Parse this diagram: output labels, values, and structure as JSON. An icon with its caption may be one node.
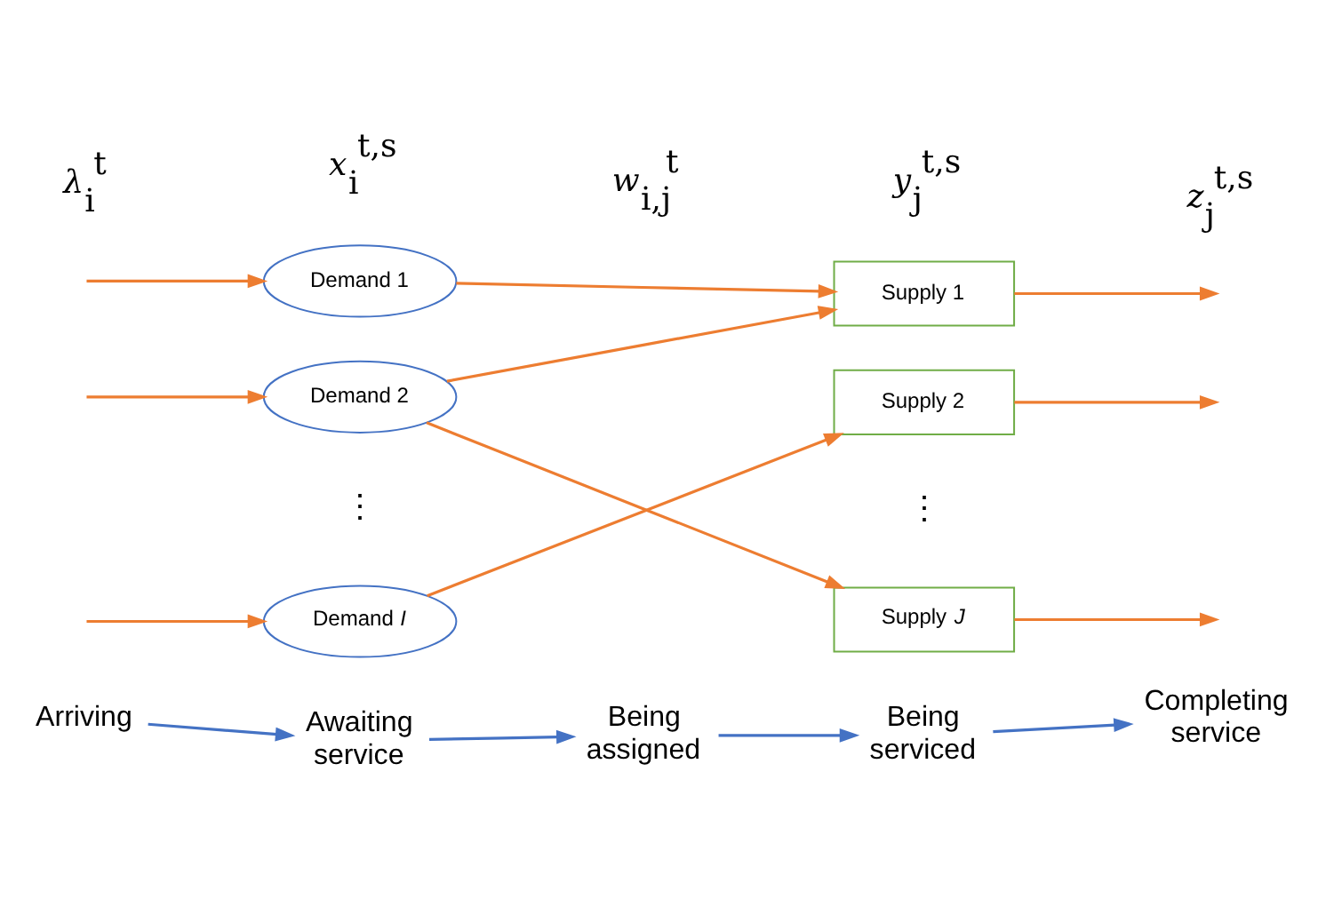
{
  "diagram": {
    "nodes": [
      {
        "text": [
          "Demand 1"
        ]
      },
      {
        "text": [
          "Demand 2"
        ]
      },
      {
        "text": [
          "Demand *I*"
        ]
      },
      {
        "text": [
          "Supply 1"
        ]
      },
      {
        "text": [
          "Supply 2"
        ]
      },
      {
        "text": [
          "Supply *J*"
        ]
      },
      {
        "text": [
          "Arriving"
        ]
      },
      {
        "text": [
          "Awaiting service"
        ]
      },
      {
        "text": [
          "Being assigned"
        ]
      },
      {
        "text": [
          "Being serviced"
        ]
      },
      {
        "text": [
          "Completing service"
        ]
      }
    ],
    "edges": [
      {
        "from": null,
        "to": 0,
        "arrow": "to"
      },
      {
        "from": null,
        "to": 1,
        "arrow": "to"
      },
      {
        "from": null,
        "to": 2,
        "arrow": "to"
      },
      {
        "from": 0,
        "to": 3,
        "arrow": "to"
      },
      {
        "from": 1,
        "to": 3,
        "arrow": "to"
      },
      {
        "from": 1,
        "to": 5,
        "arrow": "to"
      },
      {
        "from": 2,
        "to": 4,
        "arrow": "to"
      },
      {
        "from": 3,
        "to": null,
        "arrow": "to"
      },
      {
        "from": 4,
        "to": null,
        "arrow": "to"
      },
      {
        "from": 5,
        "to": null,
        "arrow": "to"
      },
      {
        "from": 6,
        "to": 7,
        "arrow": "to",
        "color": "#4472c4"
      },
      {
        "from": 7,
        "to": 8,
        "arrow": "to",
        "color": "#4472c4"
      },
      {
        "from": 8,
        "to": 9,
        "arrow": "to",
        "color": "#4472c4"
      },
      {
        "from": 9,
        "to": 10,
        "arrow": "to",
        "color": "#4472c4"
      }
    ],
    "labels": [
      "*λ*$_{i}$$^{t}$",
      "*x*$_{i}$$^{t,s}$",
      "*w*$_{i,j}$$^{t}$",
      "*y*$_{j}$$^{t,s}$",
      "*z*$_{j}$$^{t,s}$",
      "⋮",
      "⋮"
    ]
  }
}
